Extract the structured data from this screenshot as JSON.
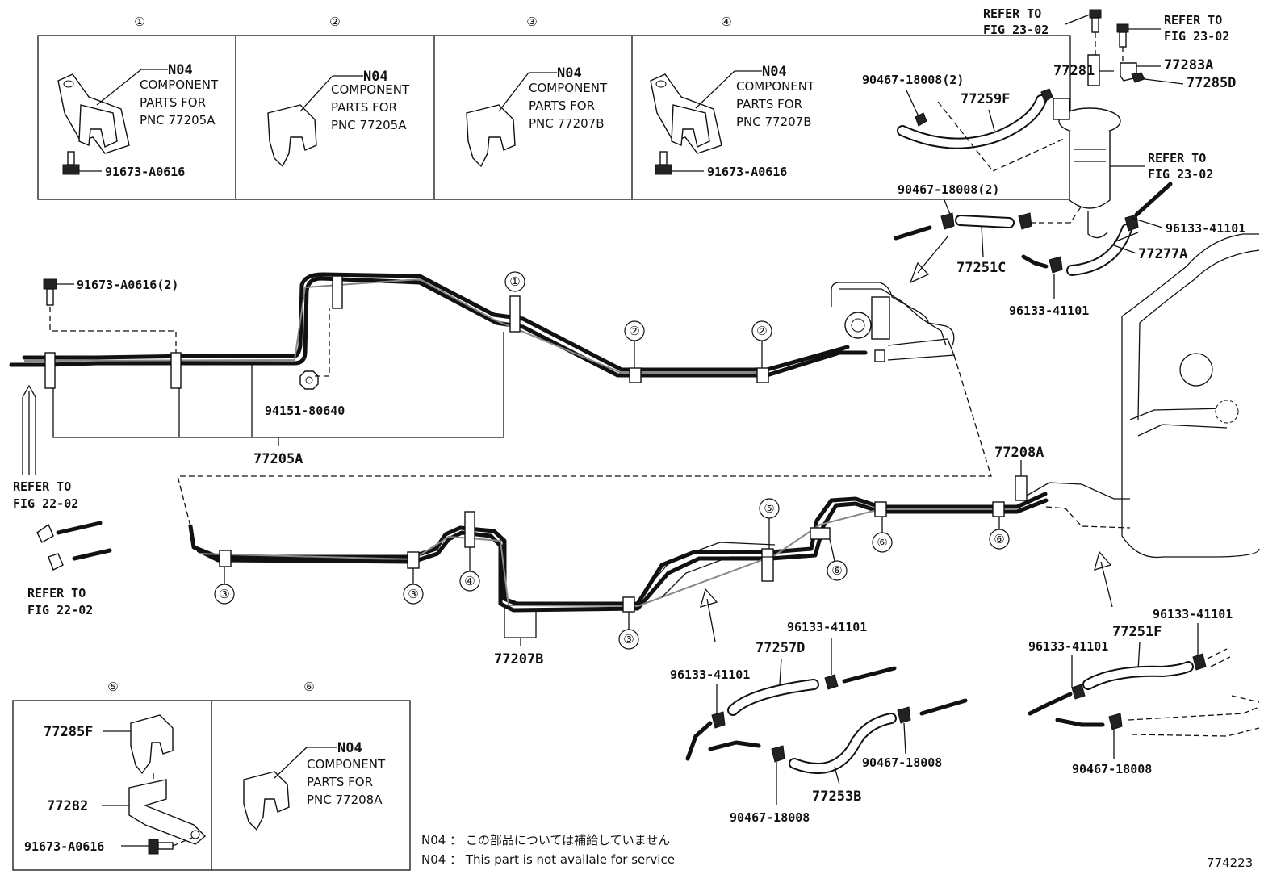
{
  "diagram": {
    "figure_number": "774223",
    "notes": [
      "N04 ： この部品については補給していません",
      "N04 ：  This part is not availale for service"
    ],
    "detail_boxes": [
      {
        "num": "①",
        "code": "N04",
        "text": [
          "COMPONENT",
          "PARTS FOR",
          "PNC 77205A"
        ],
        "bolt": "91673-A0616"
      },
      {
        "num": "②",
        "code": "N04",
        "text": [
          "COMPONENT",
          "PARTS FOR",
          "PNC 77205A"
        ]
      },
      {
        "num": "③",
        "code": "N04",
        "text": [
          "COMPONENT",
          "PARTS FOR",
          "PNC 77207B"
        ]
      },
      {
        "num": "④",
        "code": "N04",
        "text": [
          "COMPONENT",
          "PARTS FOR",
          "PNC 77207B"
        ],
        "bolt": "91673-A0616"
      },
      {
        "num": "⑤",
        "parts": [
          "77285F",
          "77282",
          "91673-A0616"
        ]
      },
      {
        "num": "⑥",
        "code": "N04",
        "text": [
          "COMPONENT",
          "PARTS FOR",
          "PNC 77208A"
        ]
      }
    ],
    "refer": {
      "fig2302": [
        "REFER TO",
        "FIG 23-02"
      ],
      "fig2202": [
        "REFER TO",
        "FIG 22-02"
      ]
    },
    "labels": {
      "p77205A": "77205A",
      "p77207B": "77207B",
      "p77208A": "77208A",
      "p91673_2": "91673-A0616(2)",
      "p94151": "94151-80640",
      "p90467_2": "90467-18008(2)",
      "p77281": "77281",
      "p77283A": "77283A",
      "p77285D": "77285D",
      "p77259F": "77259F",
      "p77251C": "77251C",
      "p77277A": "77277A",
      "p96133": "96133-41101",
      "p77257D": "77257D",
      "p90467": "90467-18008",
      "p77253B": "77253B",
      "p77251F": "77251F"
    },
    "callouts": [
      "①",
      "②",
      "③",
      "④",
      "⑤",
      "⑥"
    ]
  }
}
